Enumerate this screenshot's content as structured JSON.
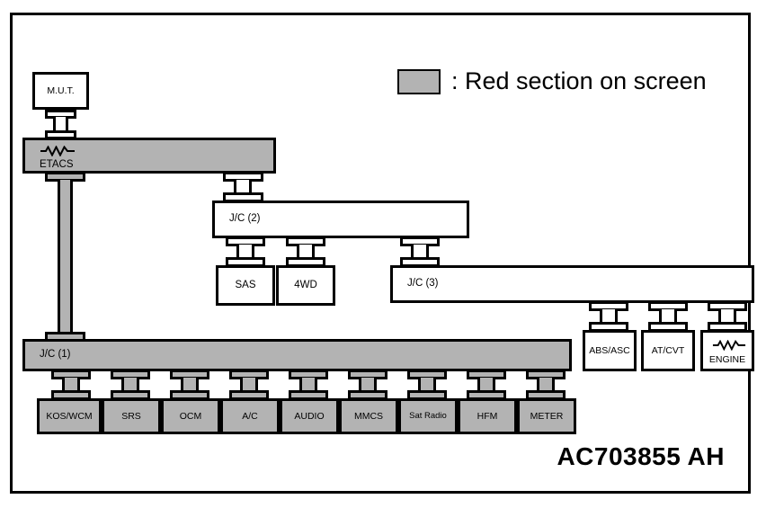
{
  "legend": {
    "swatch_color": "#b3b3b3",
    "text": ": Red section on screen"
  },
  "reference_code": "AC703855 AH",
  "colors": {
    "highlight": "#b3b3b3",
    "plain": "#ffffff",
    "line": "#000000"
  },
  "nodes": {
    "mut": {
      "label": "M.U.T.",
      "highlighted": false
    },
    "etacs": {
      "label": "ETACS",
      "highlighted": true,
      "terminator": true
    },
    "jc2": {
      "label": "J/C (2)",
      "highlighted": false
    },
    "sas": {
      "label": "SAS",
      "highlighted": false
    },
    "fwd": {
      "label": "4WD",
      "highlighted": false
    },
    "jc3": {
      "label": "J/C (3)",
      "highlighted": false
    },
    "absasc": {
      "label": "ABS/ASC",
      "highlighted": false
    },
    "atcvt": {
      "label": "AT/CVT",
      "highlighted": false
    },
    "engine": {
      "label": "ENGINE",
      "highlighted": false,
      "terminator": true
    },
    "jc1": {
      "label": "J/C (1)",
      "highlighted": true
    },
    "koswcm": {
      "label": "KOS/WCM",
      "highlighted": true
    },
    "srs": {
      "label": "SRS",
      "highlighted": true
    },
    "ocm": {
      "label": "OCM",
      "highlighted": true
    },
    "ac": {
      "label": "A/C",
      "highlighted": true
    },
    "audio": {
      "label": "AUDIO",
      "highlighted": true
    },
    "mmcs": {
      "label": "MMCS",
      "highlighted": true
    },
    "satradio": {
      "label": "Sat Radio",
      "highlighted": true
    },
    "hfm": {
      "label": "HFM",
      "highlighted": true
    },
    "meter": {
      "label": "METER",
      "highlighted": true
    }
  }
}
